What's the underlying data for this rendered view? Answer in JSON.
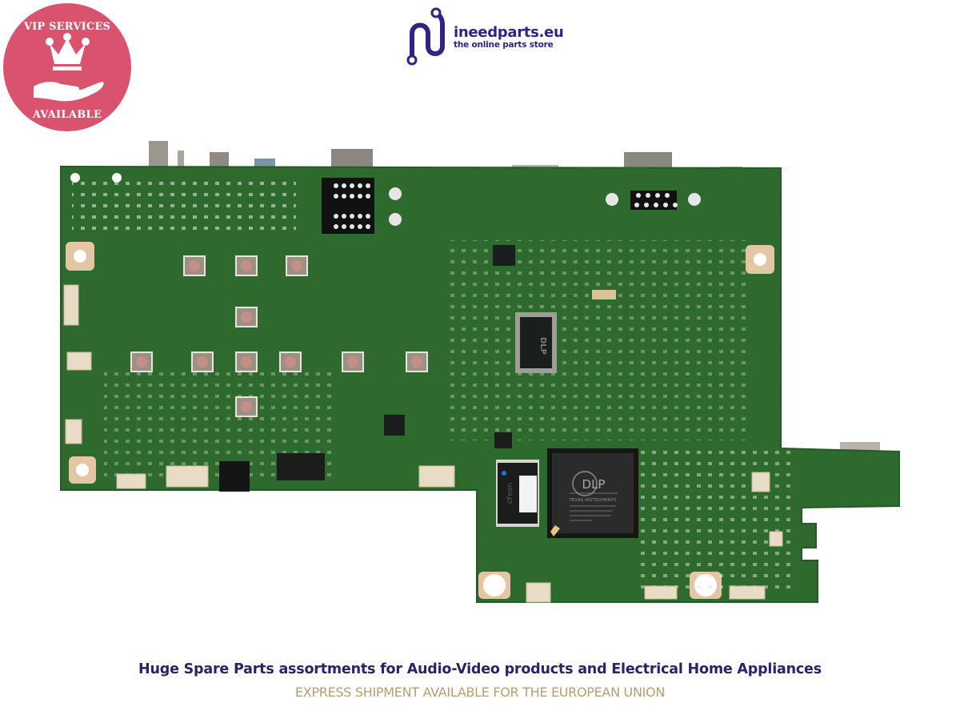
{
  "badge": {
    "line1": "VIP SERVICES",
    "line2": "AVAILABLE",
    "color": "#d9536e",
    "icons": [
      "crown-icon",
      "hand-icon"
    ]
  },
  "logo": {
    "name": "ineedparts.eu",
    "tagline": "the online parts store",
    "color": "#2e2485"
  },
  "product_image": {
    "subject": "Green projector main board (PCB) with DLP chip",
    "chip_main_text": "DLP",
    "chip_main_sub": "TEXAS INSTRUMENTS",
    "chip_secondary_text": "DLP",
    "memory_chip_text": "cFeon"
  },
  "footer": {
    "headline": "Huge Spare Parts assortments for Audio-Video products and Electrical Home Appliances",
    "subline": "EXPRESS SHIPMENT AVAILABLE FOR THE EUROPEAN UNION",
    "headline_color": "#2a2368",
    "subline_color": "#b49f6e"
  }
}
